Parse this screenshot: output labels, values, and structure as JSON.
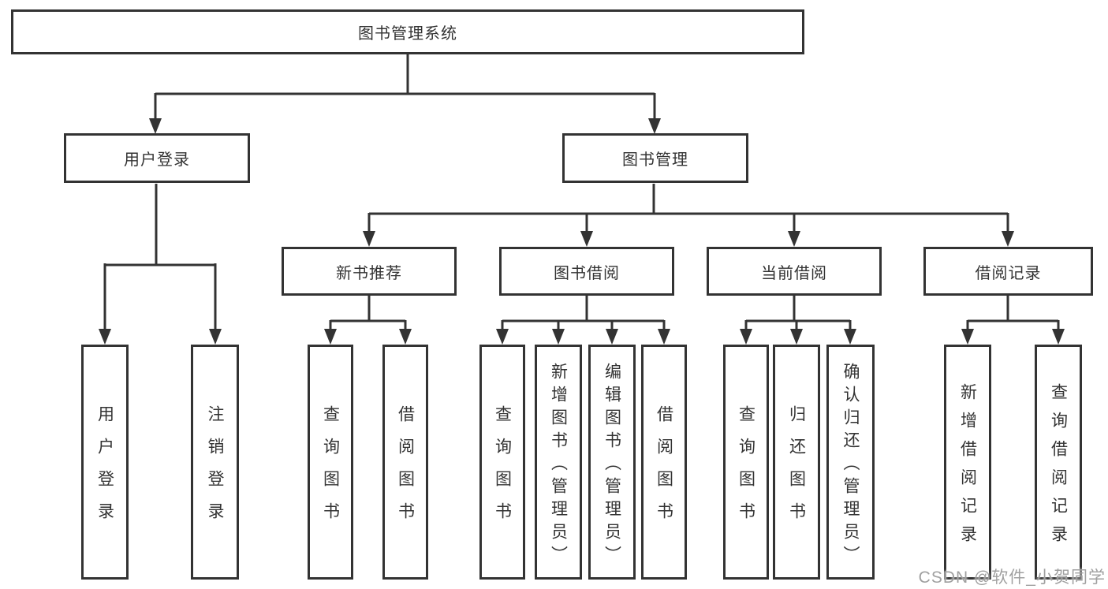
{
  "tree": {
    "root": "图书管理系统",
    "children": [
      {
        "label": "用户登录",
        "children": [
          {
            "label": "用户登录"
          },
          {
            "label": "注销登录"
          }
        ]
      },
      {
        "label": "图书管理",
        "children": [
          {
            "label": "新书推荐",
            "children": [
              {
                "label": "查询图书"
              },
              {
                "label": "借阅图书"
              }
            ]
          },
          {
            "label": "图书借阅",
            "children": [
              {
                "label": "查询图书"
              },
              {
                "label": "新增图书（管理员）"
              },
              {
                "label": "编辑图书（管理员）"
              },
              {
                "label": "借阅图书"
              }
            ]
          },
          {
            "label": "当前借阅",
            "children": [
              {
                "label": "查询图书"
              },
              {
                "label": "归还图书"
              },
              {
                "label": "确认归还（管理员）"
              }
            ]
          },
          {
            "label": "借阅记录",
            "children": [
              {
                "label": "新增借阅记录"
              },
              {
                "label": "查询借阅记录"
              }
            ]
          }
        ]
      }
    ]
  },
  "watermark": "CSDN @软件_小贺同学",
  "colors": {
    "line": "#333333",
    "box_border": "#333333",
    "text": "#333333",
    "watermark": "#a0a0a0",
    "background": "#ffffff"
  }
}
